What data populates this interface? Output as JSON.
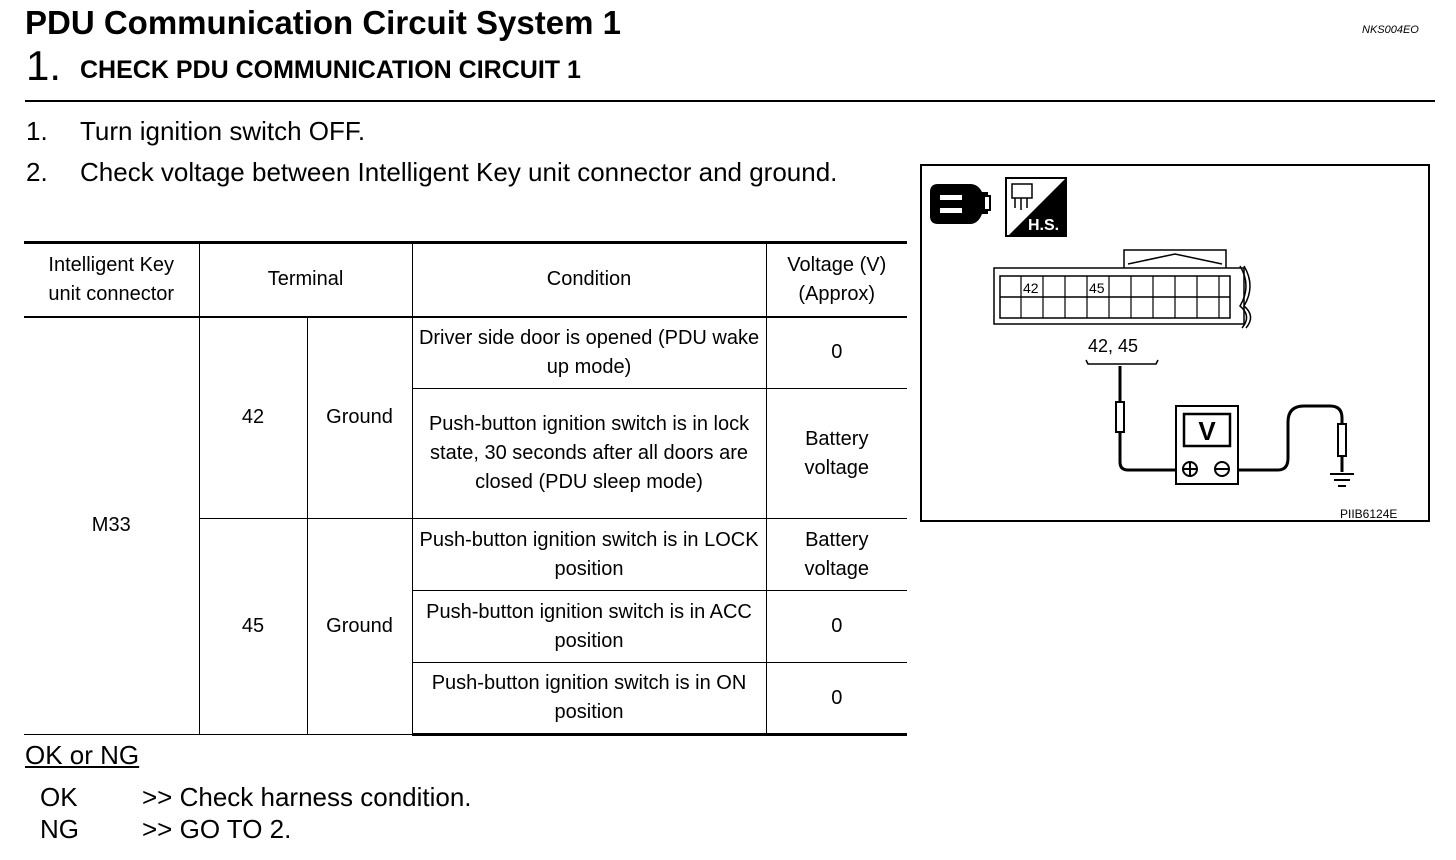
{
  "header": {
    "title": "PDU Communication Circuit System 1",
    "doc_id": "NKS004EO",
    "step_number": "1.",
    "step_title": "CHECK PDU COMMUNICATION CIRCUIT 1"
  },
  "instructions": [
    {
      "num": "1.",
      "text": "Turn ignition switch OFF."
    },
    {
      "num": "2.",
      "text": "Check voltage between Intelligent Key unit connector and ground."
    }
  ],
  "table": {
    "headers": {
      "connector_line1": "Intelligent Key",
      "connector_line2": "unit connector",
      "terminal": "Terminal",
      "condition": "Condition",
      "voltage_line1": "Voltage (V)",
      "voltage_line2": "(Approx)"
    },
    "connector": "M33",
    "groups": [
      {
        "terminal": "42",
        "ground": "Ground",
        "rows": [
          {
            "condition": "Driver side door is opened (PDU wake up mode)",
            "voltage": "0"
          },
          {
            "condition": "Push-button ignition switch is in lock state, 30 seconds after all doors are closed (PDU sleep mode)",
            "voltage": "Battery voltage"
          }
        ]
      },
      {
        "terminal": "45",
        "ground": "Ground",
        "rows": [
          {
            "condition": "Push-button ignition switch is in LOCK position",
            "voltage": "Battery voltage"
          },
          {
            "condition": "Push-button ignition switch is in ACC position",
            "voltage": "0"
          },
          {
            "condition": "Push-button ignition switch is in ON position",
            "voltage": "0"
          }
        ]
      }
    ]
  },
  "results": {
    "heading": "OK or NG",
    "ok_label": "OK",
    "ok_text": ">> Check harness condition.",
    "ng_label": "NG",
    "ng_text": ">> GO TO 2."
  },
  "diagram": {
    "pin_42": "42",
    "pin_45": "45",
    "probe_label": "42, 45",
    "meter_label": "V",
    "hs_label": "H.S.",
    "figure_id": "PIIB6124E",
    "connector_icon": "connector-icon",
    "harness_icon": "harness-side-icon",
    "plus_icon": "plus-terminal-icon",
    "minus_icon": "minus-terminal-icon",
    "ground_icon": "ground-icon"
  }
}
